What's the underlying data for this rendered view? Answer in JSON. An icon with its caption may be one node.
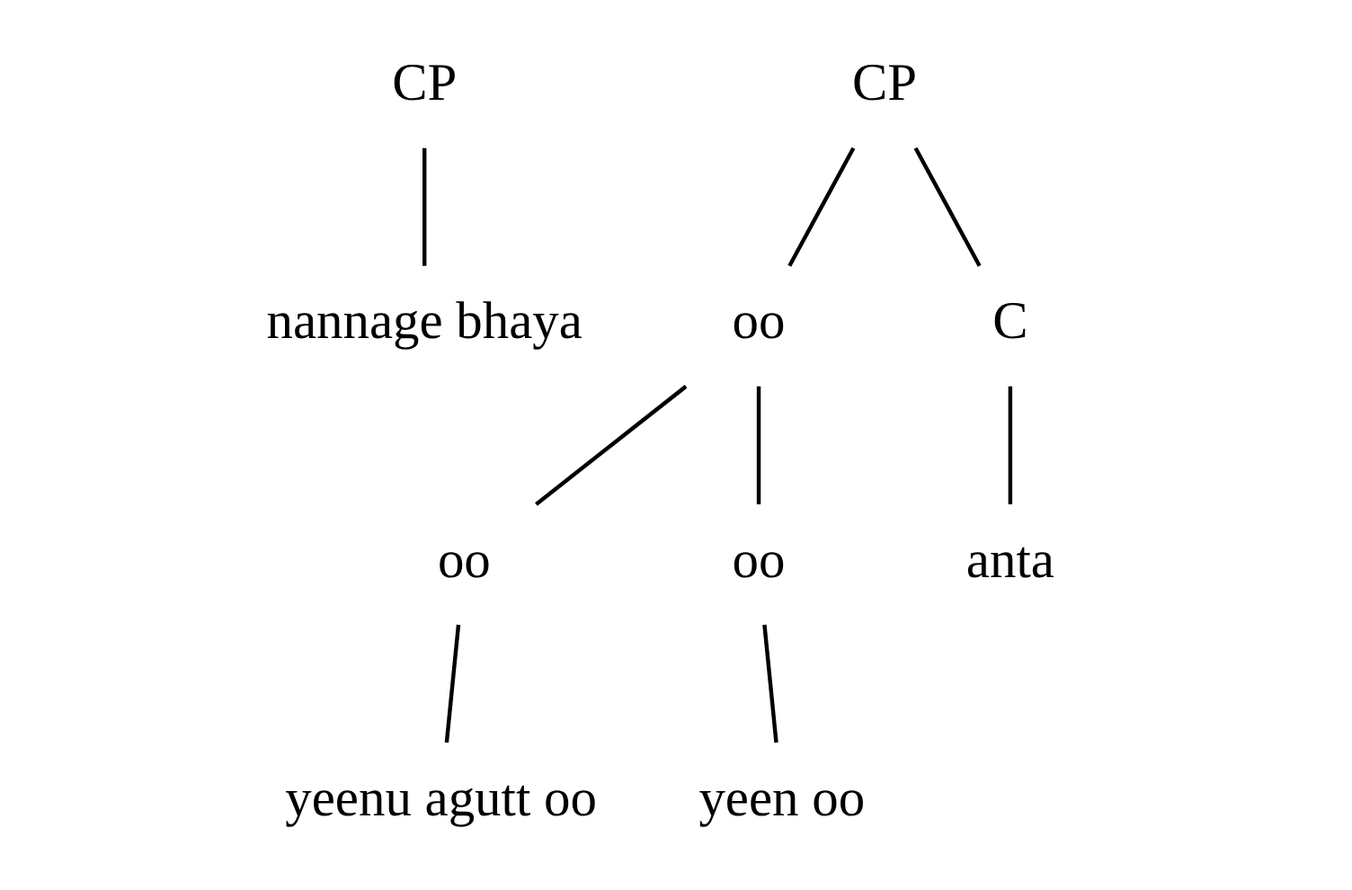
{
  "diagram": {
    "nodes": [
      {
        "text": [
          "CP"
        ]
      },
      {
        "text": [
          "nannage bhaya"
        ]
      },
      {
        "text": [
          "CP"
        ]
      },
      {
        "text": [
          "oo"
        ]
      },
      {
        "text": [
          "C"
        ]
      },
      {
        "text": [
          "oo"
        ]
      },
      {
        "text": [
          "oo"
        ]
      },
      {
        "text": [
          "yeenu agutt oo"
        ]
      },
      {
        "text": [
          "yeen oo"
        ]
      },
      {
        "text": [
          "anta"
        ]
      }
    ],
    "edges": [
      {
        "from": 0,
        "to": 1,
        "arrow": "none"
      },
      {
        "from": 2,
        "to": 3,
        "arrow": "none"
      },
      {
        "from": 2,
        "to": 4,
        "arrow": "none"
      },
      {
        "from": 3,
        "to": 5,
        "arrow": "none"
      },
      {
        "from": 3,
        "to": 6,
        "arrow": "none"
      },
      {
        "from": 5,
        "to": 7,
        "arrow": "none"
      },
      {
        "from": 6,
        "to": 8,
        "arrow": "none"
      },
      {
        "from": 4,
        "to": 9,
        "arrow": "none"
      }
    ]
  }
}
